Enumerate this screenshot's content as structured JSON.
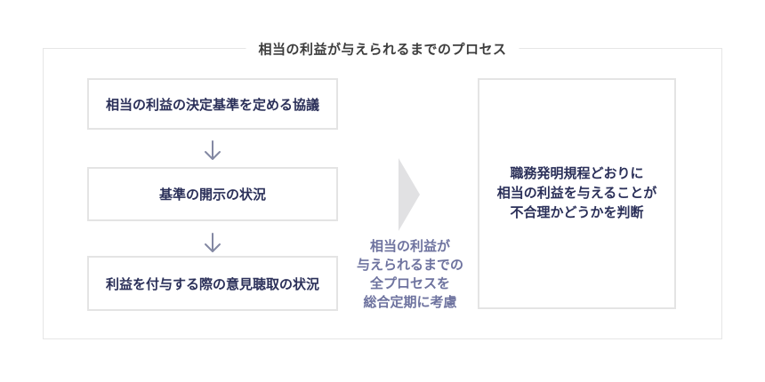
{
  "diagram": {
    "title": "相当の利益が与えられるまでのプロセス",
    "steps": [
      {
        "label": "相当の利益の決定基準を定める協議"
      },
      {
        "label": "基準の開示の状況"
      },
      {
        "label": "利益を付与する際の意見聴取の状況"
      }
    ],
    "note": "相当の利益が\n与えられるまでの\n全プロセスを\n総合定期に考慮",
    "result": "職務発明規程どおりに\n相当の利益を与えることが\n不合理かどうかを判断",
    "icons": {
      "down_arrow": "arrow-down-icon",
      "right_arrow": "arrow-right-triangle-icon"
    },
    "colors": {
      "title_text": "#3d3d3d",
      "box_text": "#2b3059",
      "box_border": "#e4e4e4",
      "outer_border": "#e6e6e6",
      "down_arrow": "#8388a3",
      "triangle": "#e1e1e3",
      "note_text": "#6e739f",
      "background": "#ffffff"
    }
  }
}
